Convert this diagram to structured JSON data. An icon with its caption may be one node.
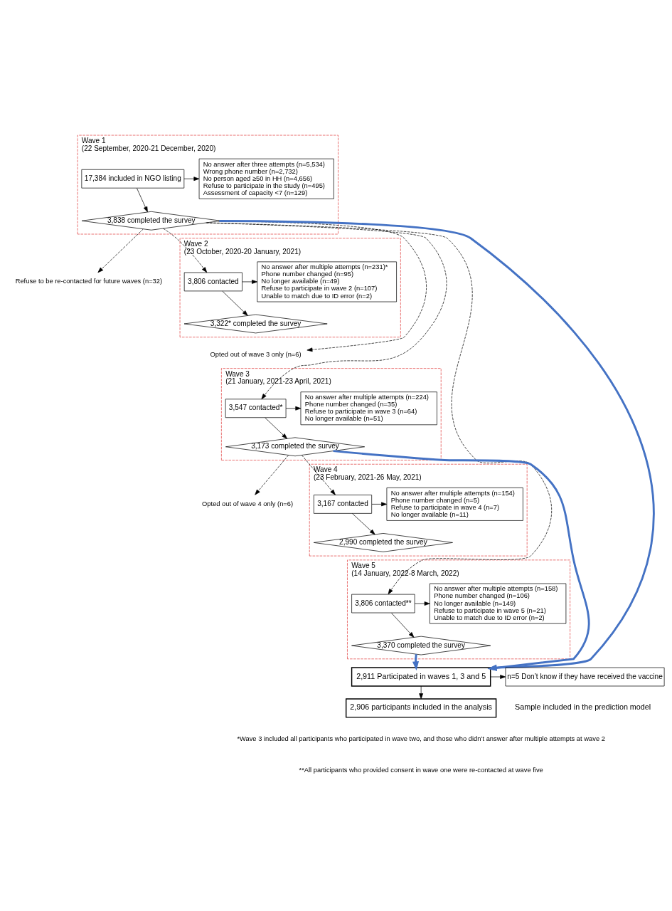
{
  "diagram": {
    "nodes": [
      {
        "text": [
          "Wave 1",
          "(22 September, 2020-21 December, 2020)"
        ]
      },
      {
        "text": [
          "17,384 included in NGO listing"
        ],
        "in": 0
      },
      {
        "text": [
          "No answer after three attempts (n=5,534)",
          "Wrong phone number (n=2,732)",
          "No person aged ≥50 in HH (n=4,656)",
          "Refuse to participate in the study (n=495)",
          "Assessment of capacity <7 (n=129)"
        ],
        "in": 0
      },
      {
        "text": [
          "3,838 completed the survey"
        ],
        "in": 0
      },
      {
        "text": [
          "Refuse to be re-contacted for future waves (n=32)"
        ]
      },
      {
        "text": [
          "Wave 2",
          "(23 October, 2020-20 January, 2021)"
        ]
      },
      {
        "text": [
          "3,806 contacted"
        ],
        "in": 5
      },
      {
        "text": [
          "No answer after multiple attempts (n=231)*",
          "Phone number changed (n=95)",
          "No longer available (n=49)",
          "Refuse to participate in wave 2 (n=107)",
          "Unable to match due to ID error (n=2)"
        ],
        "in": 5
      },
      {
        "text": [
          "3,322* completed the survey"
        ],
        "in": 5
      },
      {
        "text": [
          "Opted out of wave 3 only (n=6)"
        ]
      },
      {
        "text": [
          "Wave 3",
          "(21 January, 2021-23 April, 2021)"
        ]
      },
      {
        "text": [
          "3,547 contacted*"
        ],
        "in": 10
      },
      {
        "text": [
          "No answer after multiple attempts (n=224)",
          "Phone number changed (n=35)",
          "Refuse to participate in wave 3 (n=64)",
          "No longer available (n=51)"
        ],
        "in": 10
      },
      {
        "text": [
          "3,173 completed the survey"
        ],
        "in": 10
      },
      {
        "text": [
          "Opted out of wave 4 only (n=6)"
        ]
      },
      {
        "text": [
          "Wave 4",
          "(23 February, 2021-26 May, 2021)"
        ]
      },
      {
        "text": [
          "3,167 contacted"
        ],
        "in": 15
      },
      {
        "text": [
          "No answer after multiple attempts (n=154)",
          "Phone number changed (n=5)",
          "Refuse to participate in wave 4 (n=7)",
          "No longer available (n=11)"
        ],
        "in": 15
      },
      {
        "text": [
          "2,990 completed the survey"
        ],
        "in": 15
      },
      {
        "text": [
          "Wave 5",
          "(14 January, 2022-8 March, 2022)"
        ]
      },
      {
        "text": [
          "3,806 contacted**"
        ],
        "in": 19
      },
      {
        "text": [
          "No answer after multiple attempts (n=158)",
          "Phone number changed (n=106)",
          "No longer available (n=149)",
          "Refuse to participate in wave 5 (n=21)",
          "Unable to match due to ID error (n=2)"
        ],
        "in": 19
      },
      {
        "text": [
          "3,370 completed the survey"
        ],
        "in": 19
      },
      {
        "text": [
          "2,911 Participated in waves 1, 3 and 5"
        ]
      },
      {
        "text": [
          "n=5 Don’t know if they have received the vaccine"
        ]
      },
      {
        "text": [
          "2,906 participants included in the analysis"
        ],
        "beside": [
          "Sample included in the prediction model"
        ]
      }
    ],
    "edges": [
      {
        "from": 1,
        "to": 3,
        "arrow": "to"
      },
      {
        "from": 1,
        "to": 2,
        "arrow": "to"
      },
      {
        "from": 3,
        "to": 4,
        "arrow": "to",
        "style": "dashed"
      },
      {
        "from": 3,
        "to": 6,
        "arrow": "to",
        "style": "dashed"
      },
      {
        "from": 3,
        "to": 9,
        "arrow": "to",
        "style": "dashed"
      },
      {
        "from": 3,
        "to": 11,
        "arrow": "to",
        "style": "dashed"
      },
      {
        "from": 3,
        "to": 20,
        "arrow": "to",
        "style": "dashed"
      },
      {
        "from": 6,
        "to": 8,
        "arrow": "to"
      },
      {
        "from": 6,
        "to": 7,
        "arrow": "to"
      },
      {
        "from": 11,
        "to": 13,
        "arrow": "to"
      },
      {
        "from": 11,
        "to": 12,
        "arrow": "to"
      },
      {
        "from": 13,
        "to": 14,
        "arrow": "to",
        "style": "dashed"
      },
      {
        "from": 13,
        "to": 16,
        "arrow": "to",
        "style": "dashed"
      },
      {
        "from": 16,
        "to": 18,
        "arrow": "to"
      },
      {
        "from": 16,
        "to": 17,
        "arrow": "to"
      },
      {
        "from": 20,
        "to": 22,
        "arrow": "to"
      },
      {
        "from": 20,
        "to": 21,
        "arrow": "to"
      },
      {
        "from": 3,
        "to": 23,
        "arrow": "to",
        "style": "thick",
        "color": "#4472c4"
      },
      {
        "from": 13,
        "to": 23,
        "arrow": "to",
        "style": "thick",
        "color": "#4472c4"
      },
      {
        "from": 22,
        "to": 23,
        "arrow": "to",
        "style": "thick",
        "color": "#4472c4"
      },
      {
        "from": 23,
        "to": 24,
        "arrow": "to"
      },
      {
        "from": 23,
        "to": 25,
        "arrow": "to"
      }
    ],
    "labels": [
      "*Wave 3 included all participants who participated in wave two, and those who didn’t answer after multiple attempts at wave 2",
      "**All participants who provided consent in wave one were re-contacted at wave five"
    ]
  }
}
